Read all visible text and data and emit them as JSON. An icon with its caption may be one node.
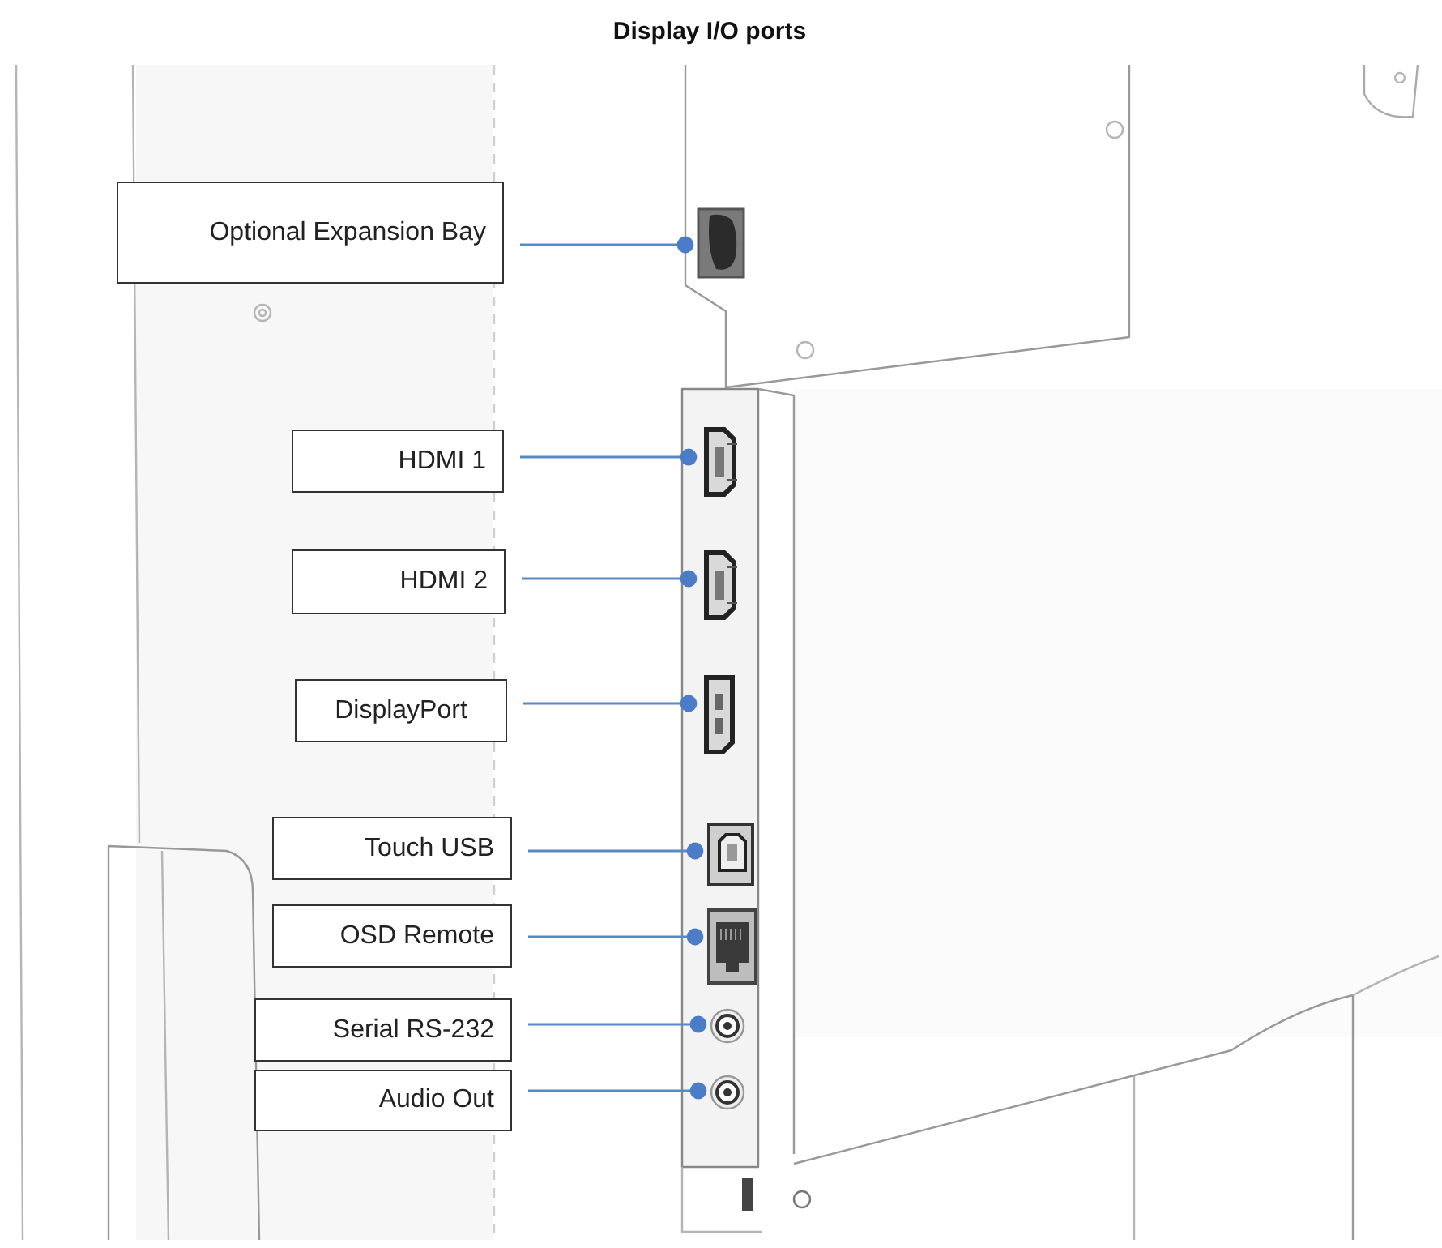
{
  "diagram": {
    "title": "Display I/O ports",
    "nodes": [
      {
        "text": [
          "Optional Expansion Bay"
        ]
      },
      {
        "text": [
          "HDMI 1"
        ]
      },
      {
        "text": [
          "HDMI 2"
        ]
      },
      {
        "text": [
          "DisplayPort"
        ]
      },
      {
        "text": [
          "Touch USB"
        ]
      },
      {
        "text": [
          "OSD Remote"
        ]
      },
      {
        "text": [
          "Serial RS-232"
        ]
      },
      {
        "text": [
          "Audio Out"
        ]
      },
      {
        "text": [],
        "shape": "picture"
      },
      {
        "text": [],
        "shape": "picture"
      },
      {
        "text": [],
        "shape": "picture"
      },
      {
        "text": [],
        "shape": "picture"
      },
      {
        "text": [],
        "shape": "picture"
      },
      {
        "text": [],
        "shape": "picture"
      },
      {
        "text": [],
        "shape": "picture"
      },
      {
        "text": [],
        "shape": "picture"
      }
    ],
    "edges": [
      {
        "from": 0,
        "to": 8,
        "arrow": "other"
      },
      {
        "from": 1,
        "to": 9,
        "arrow": "other"
      },
      {
        "from": 2,
        "to": 10,
        "arrow": "other"
      },
      {
        "from": 3,
        "to": 11,
        "arrow": "other"
      },
      {
        "from": 4,
        "to": 12,
        "arrow": "other"
      },
      {
        "from": 5,
        "to": 13,
        "arrow": "other"
      },
      {
        "from": 6,
        "to": 14,
        "arrow": "other"
      },
      {
        "from": 7,
        "to": 15,
        "arrow": "other"
      }
    ]
  }
}
